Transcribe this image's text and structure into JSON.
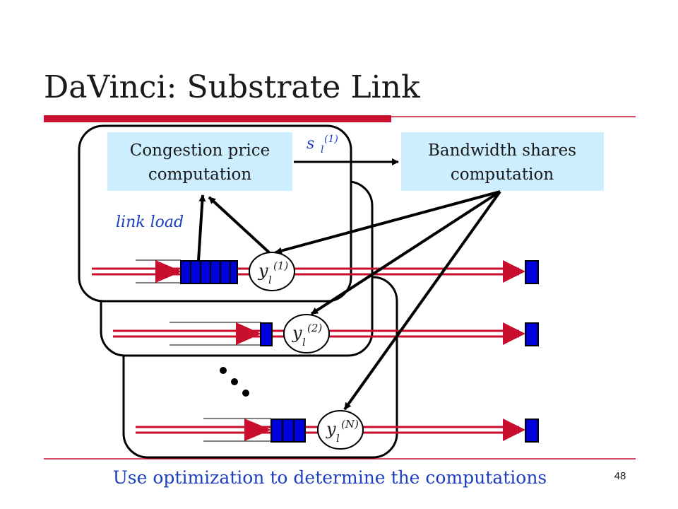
{
  "slide": {
    "title": "DaVinci: Substrate Link",
    "page_number": "48",
    "footer_text": "Use optimization to determine the computations"
  },
  "boxes": {
    "congestion_line1": "Congestion price",
    "congestion_line2": "computation",
    "bandwidth_line1": "Bandwidth shares",
    "bandwidth_line2": "computation"
  },
  "labels": {
    "link_load": "link load",
    "s_base": "s",
    "s_sub": "l",
    "s_sup": "(1)",
    "y_base": "y",
    "y_sub": "l",
    "y1_sup": "(1)",
    "y2_sup": "(2)",
    "yN_sup": "(N)"
  },
  "colors": {
    "accent_red": "#c8102e",
    "box_fill": "#cceeff",
    "queue_blue": "#0000dd",
    "label_blue": "#1d3fbf"
  }
}
